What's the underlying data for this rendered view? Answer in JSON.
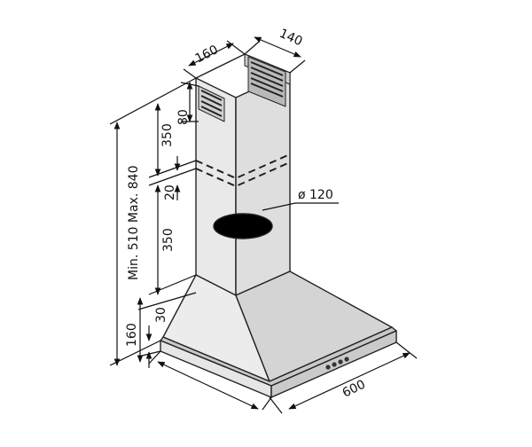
{
  "dimensions": {
    "chimney_width": "160",
    "chimney_depth": "140",
    "vent_height": "80",
    "upper_section": "350",
    "overlap": "20",
    "lower_section": "350",
    "duct_diameter": "ø 120",
    "total_height": "Min. 510 Max. 840",
    "canopy_height": "160",
    "base_thickness": "30",
    "hood_width": "600"
  },
  "colors": {
    "outline": "#222222",
    "fill_light": "#efefef",
    "fill_mid": "#dcdcdc",
    "fill_dark": "#bdbdbd",
    "duct_hole": "#000000"
  },
  "icons": {
    "vent_grille": "vent-grille-icon",
    "control_buttons": "button-row-icon",
    "duct_opening": "duct-hole-icon"
  }
}
